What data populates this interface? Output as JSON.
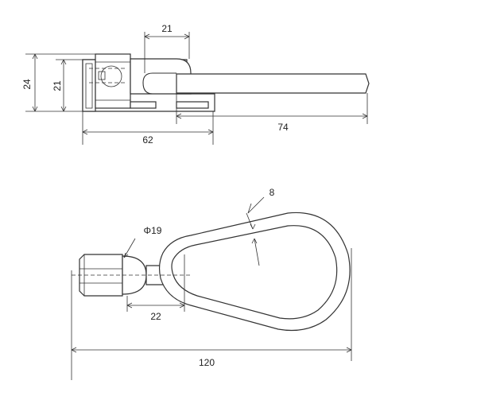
{
  "drawing": {
    "top_view": {
      "dim_width_top": "21",
      "dim_height_outer": "24",
      "dim_height_inner": "21",
      "dim_base_length": "62",
      "dim_rod_length": "74"
    },
    "bottom_view": {
      "dim_thickness": "8",
      "dim_diameter": "Φ19",
      "dim_neck": "22",
      "dim_total_length": "120"
    }
  }
}
